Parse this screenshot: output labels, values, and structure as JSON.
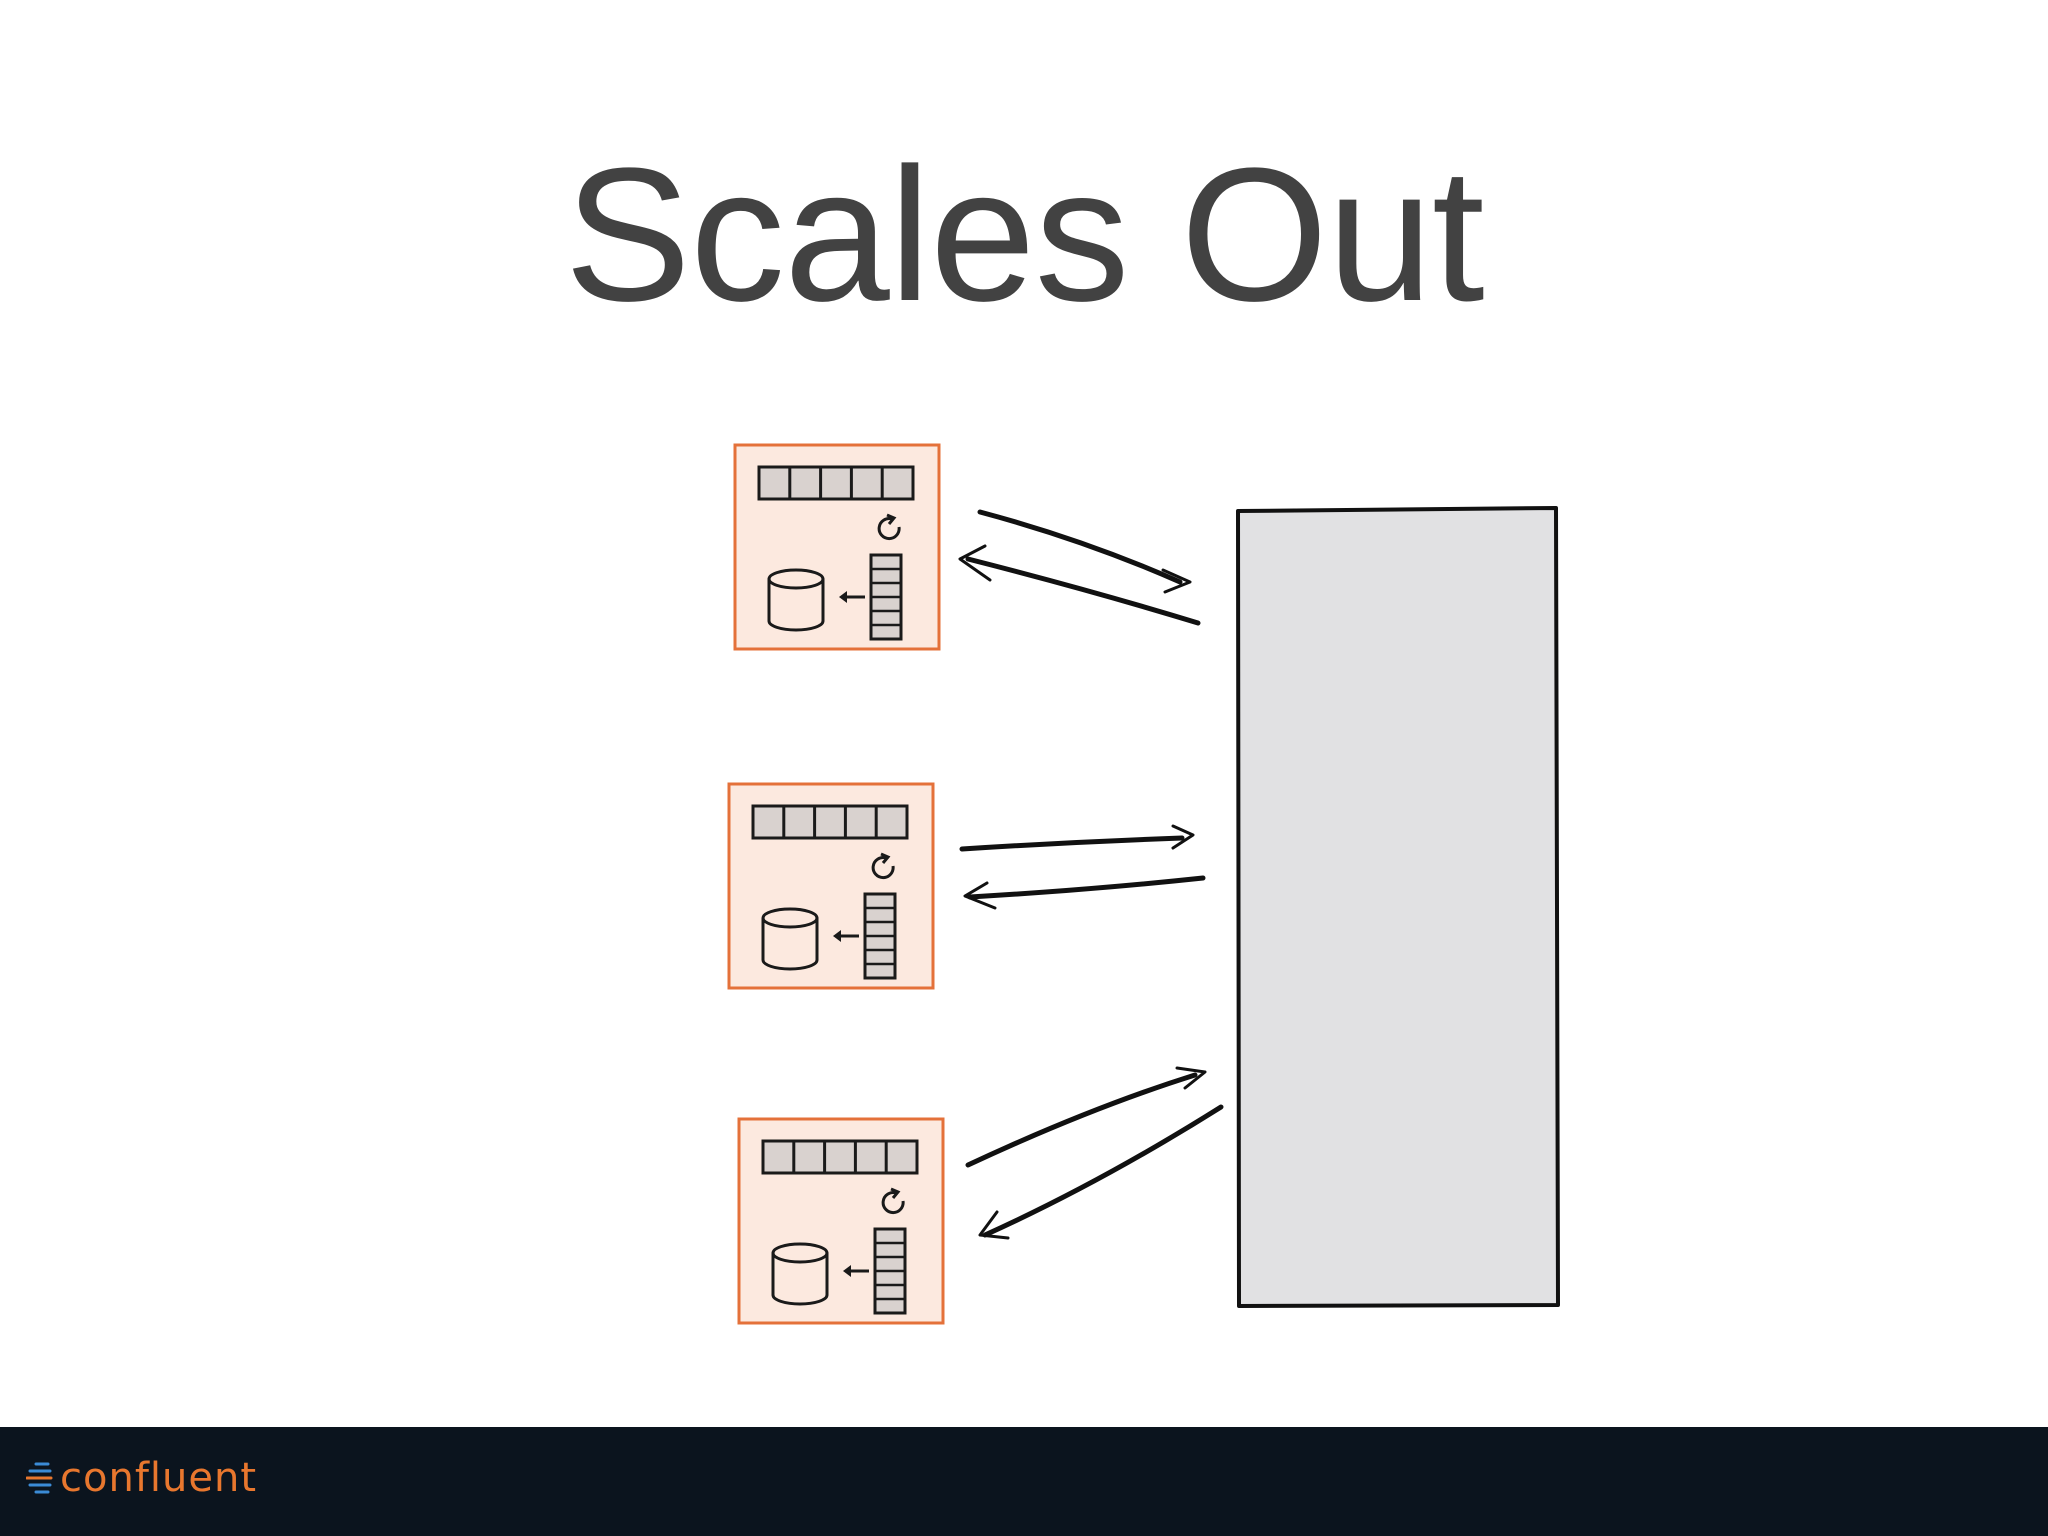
{
  "slide": {
    "title": "Scales Out"
  },
  "diagram": {
    "instance_count": 3,
    "colors": {
      "instance_fill": "#fce9df",
      "instance_border": "#e4713a",
      "cluster_fill": "#e1e1e3",
      "stroke": "#1a1a1a",
      "cell_fill": "#d9d2cf"
    },
    "icons": [
      "log-icon",
      "refresh-icon",
      "database-icon",
      "queue-icon",
      "arrow-icon"
    ]
  },
  "footer": {
    "brand": "confluent",
    "colors": {
      "background": "#0b141e",
      "brand": "#e8772e",
      "mark": "#3b8bd6"
    }
  }
}
